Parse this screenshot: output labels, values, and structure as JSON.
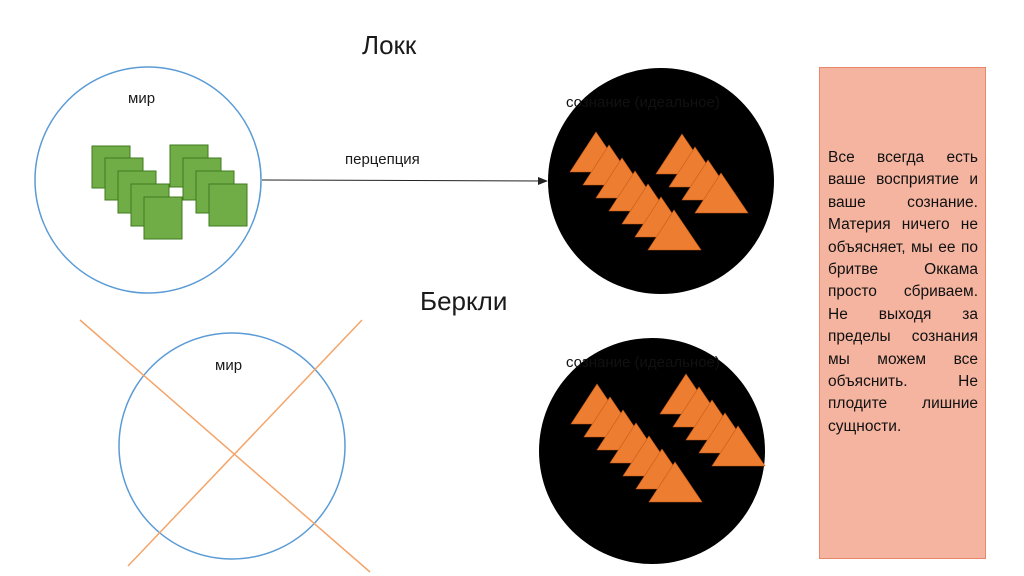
{
  "locke": {
    "title": "Локк",
    "world_label": "мир",
    "perception_label": "перцепция",
    "consciousness_label": "сознание (идеальное)"
  },
  "berkeley": {
    "title": "Беркли",
    "world_label": "мир",
    "consciousness_label": "сознание (идеальное)"
  },
  "note": {
    "text": "Все всегда есть ваше восприятие и ваше сознание. Материя ничего не объясняет, мы ее по бритве Оккама просто сбриваем. Не выходя за пределы сознания мы можем все объяснить. Не плодите лишние сущности."
  },
  "colors": {
    "world_circle": "#5b9bd5",
    "matter_squares": "#70ad47",
    "matter_squares_border": "#3f7a1f",
    "consciousness_circle": "#000000",
    "idea_triangles": "#ed7d31",
    "cross_lines": "#f4a46a",
    "note_background": "#f4b4a0",
    "note_border": "#e8876a"
  }
}
